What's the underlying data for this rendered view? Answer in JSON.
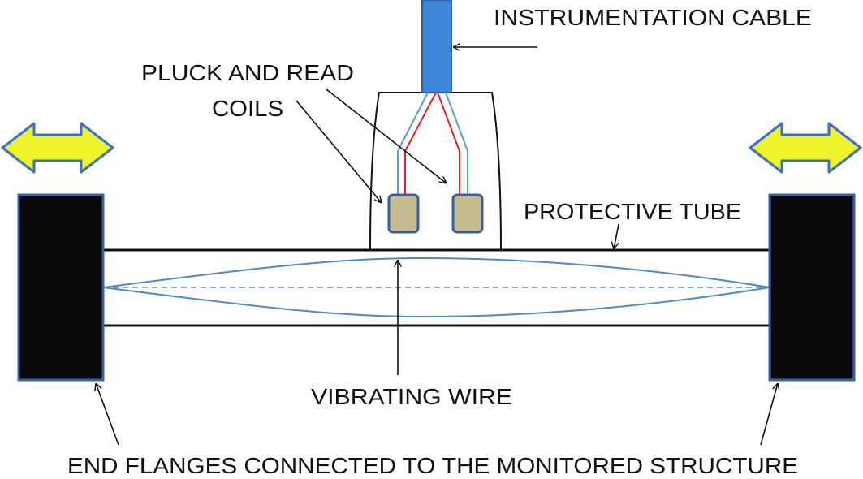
{
  "labels": {
    "instrumentation_cable": "INSTRUMENTATION CABLE",
    "pluck_read_line1": "PLUCK AND READ",
    "pluck_read_line2": "COILS",
    "protective_tube": "PROTECTIVE TUBE",
    "vibrating_wire": "VIBRATING WIRE",
    "end_flanges": "END FLANGES CONNECTED TO THE MONITORED STRUCTURE"
  },
  "colors": {
    "cable": "#3f86d8",
    "coil_fill": "#c4bc8e",
    "coil_border": "#3a5fa8",
    "wire_red": "#e02020",
    "wire_blue": "#5b9bd5",
    "vibrating_wire": "#4f88c8",
    "flange_fill": "#080808",
    "flange_border": "#3a5fa8",
    "arrow_fill": "#eef42a",
    "arrow_border": "#3a6fd0"
  },
  "icons": {
    "left_motion": "double-arrow-icon",
    "right_motion": "double-arrow-icon"
  }
}
